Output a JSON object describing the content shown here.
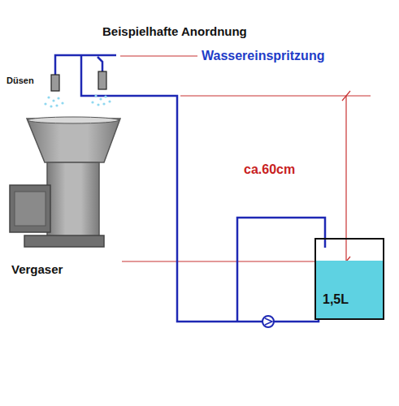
{
  "diagram": {
    "title": "Beispielhafte Anordnung",
    "nodes": [
      {
        "text": [
          "1,5L"
        ]
      }
    ],
    "labels": [
      "Wassereinspritzung",
      "Düsen",
      "Vergaser",
      "ca.60cm"
    ]
  }
}
